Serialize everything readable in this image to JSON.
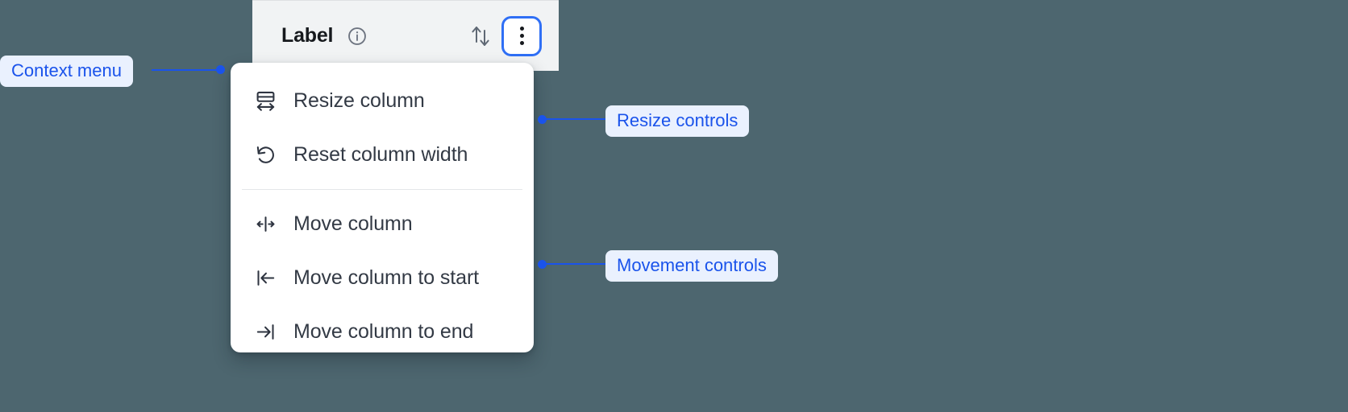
{
  "background_color": "#4d666f",
  "column_header": {
    "title": "Label",
    "info_icon": "info-circle-icon",
    "sort_icon": "sort-up-down-icon",
    "menu_button_icon": "kebab-menu-icon",
    "background_color": "#f1f3f4",
    "focus_ring_color": "#2f6ff5"
  },
  "context_menu": {
    "background_color": "#ffffff",
    "groups": [
      {
        "name": "resize-controls",
        "items": [
          {
            "icon": "resize-column-icon",
            "label": "Resize column"
          },
          {
            "icon": "reset-width-icon",
            "label": "Reset column width"
          }
        ]
      },
      {
        "name": "movement-controls",
        "items": [
          {
            "icon": "move-column-icon",
            "label": "Move column"
          },
          {
            "icon": "move-to-start-icon",
            "label": "Move column to start"
          },
          {
            "icon": "move-to-end-icon",
            "label": "Move column to end"
          }
        ]
      }
    ]
  },
  "annotations": {
    "text_color": "#1a53eb",
    "pill_background": "#eaf1fe",
    "items": [
      {
        "id": "context-menu",
        "label": "Context menu"
      },
      {
        "id": "resize-controls",
        "label": "Resize controls"
      },
      {
        "id": "movement-controls",
        "label": "Movement controls"
      }
    ]
  }
}
